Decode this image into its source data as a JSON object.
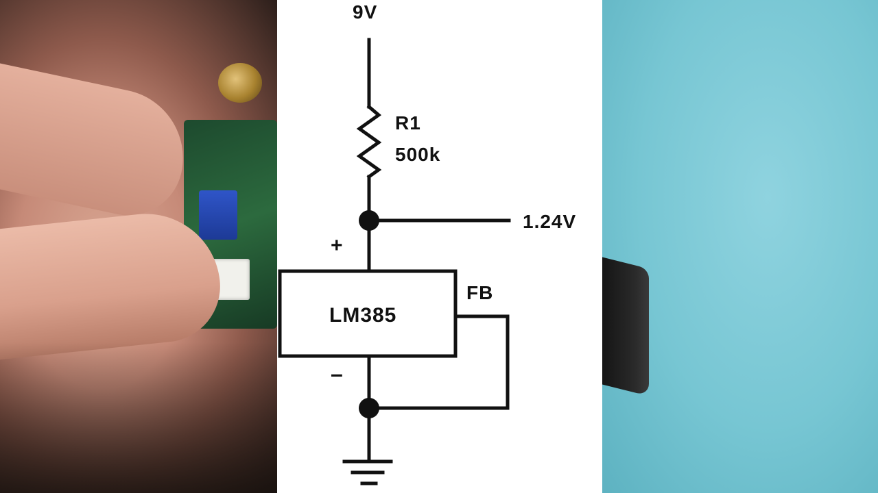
{
  "frame": {
    "left_photo": "hand holding PCB with blue trimmer potentiometer and white connector",
    "right_photo": "teal background with black device edge"
  },
  "schematic": {
    "supply_label": "9V",
    "resistor_name": "R1",
    "resistor_value": "500k",
    "output_voltage": "1.24V",
    "plus_label": "+",
    "minus_label": "–",
    "ic_name": "LM385",
    "fb_label": "FB"
  },
  "colors": {
    "line": "#111111",
    "panel_background": "#ffffff",
    "right_background": "#7fcbd7"
  }
}
